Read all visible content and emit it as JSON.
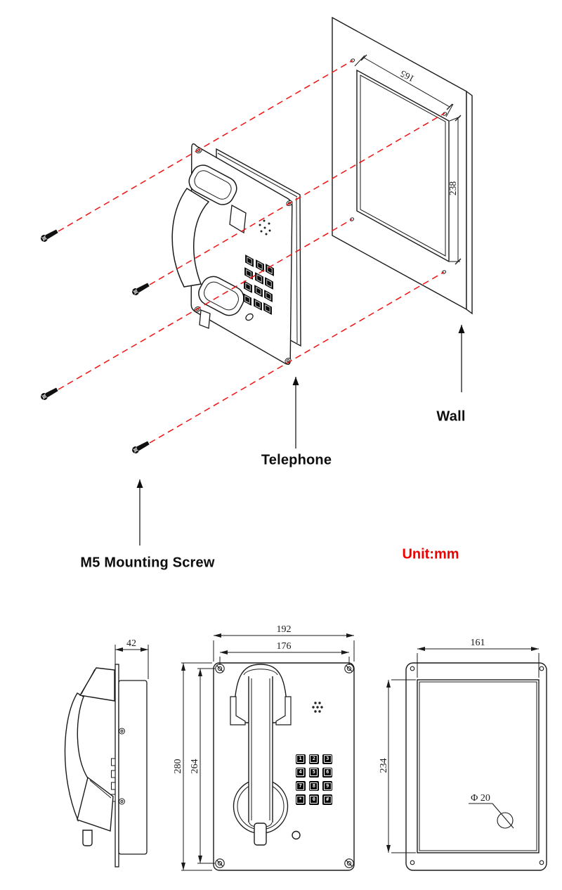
{
  "doc_type": "telephone-wall-mounting-installation-diagram",
  "colors": {
    "line": "#1a1a1a",
    "red_accent": "#f21212"
  },
  "exploded": {
    "unit_note": "Unit:mm",
    "labels": {
      "telephone": "Telephone",
      "wall": "Wall",
      "screw": "M5 Mounting Screw"
    },
    "wall_opening": {
      "width": "165",
      "height": "238"
    }
  },
  "views": {
    "side": {
      "depth": "42"
    },
    "front": {
      "overall_width": "192",
      "hole_span_width": "176",
      "overall_height": "280",
      "hole_span_height": "264",
      "keypad": [
        "1",
        "2",
        "3",
        "4",
        "5",
        "6",
        "7",
        "8",
        "9",
        "*",
        "0",
        "#"
      ]
    },
    "rear": {
      "width": "161",
      "height": "234",
      "cable_hole": "Φ 20"
    }
  }
}
